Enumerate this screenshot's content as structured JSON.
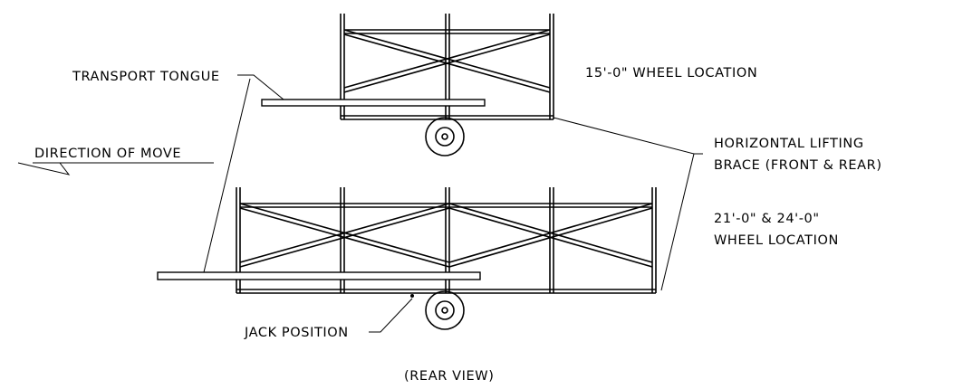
{
  "labels": {
    "transport_tongue": "TRANSPORT TONGUE",
    "direction_of_move": "DIRECTION OF MOVE",
    "wheel_15": "15'-0\" WHEEL LOCATION",
    "horizontal_lifting_line1": "HORIZONTAL LIFTING",
    "horizontal_lifting_line2": "BRACE (FRONT & REAR)",
    "wheel_21_24_line1": "21'-0\" & 24'-0\"",
    "wheel_21_24_line2": "WHEEL LOCATION",
    "jack_position": "JACK POSITION",
    "rear_view": "(REAR VIEW)"
  }
}
